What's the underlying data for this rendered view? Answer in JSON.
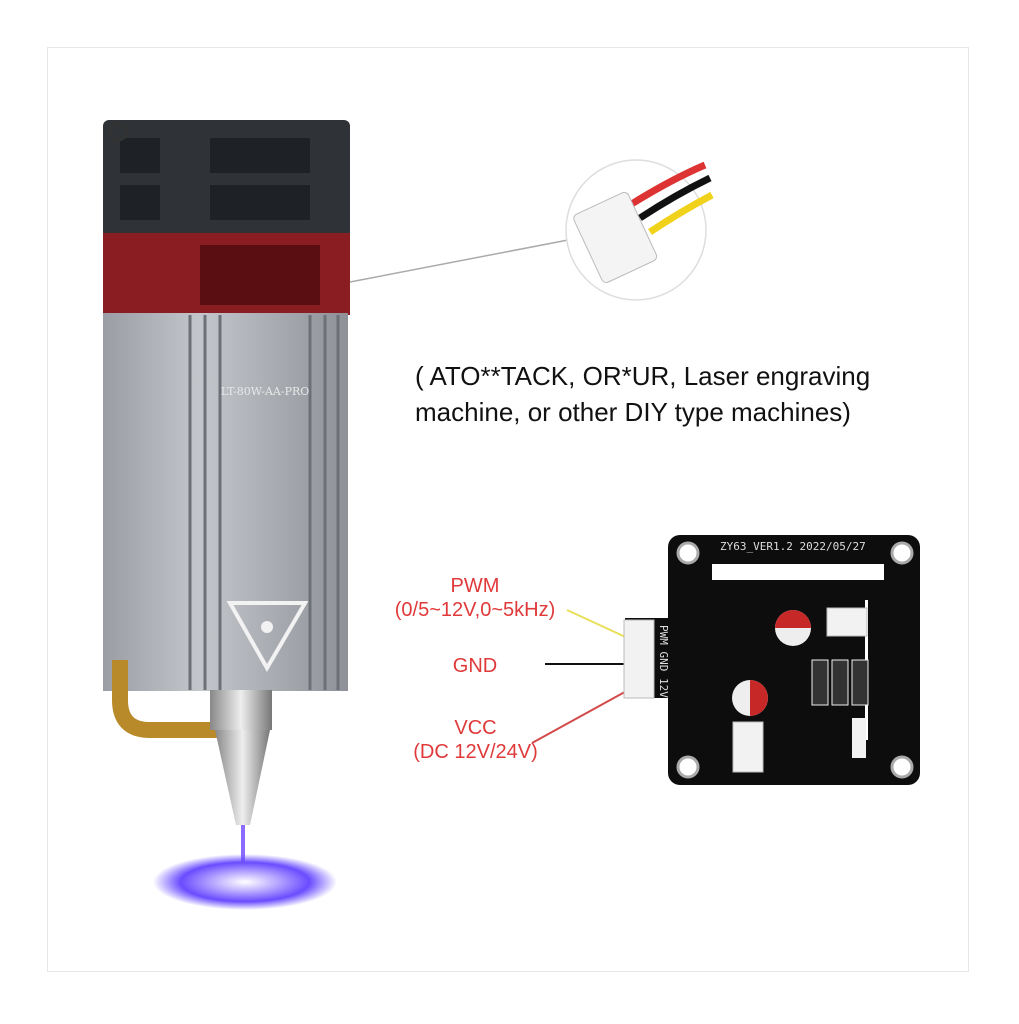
{
  "description": {
    "line1": "( ATO**TACK, OR*UR, Laser engraving",
    "line2": "machine, or other DIY type machines)"
  },
  "laser_module": {
    "model_label": "LT-80W-AA-PRO"
  },
  "pcb": {
    "silkscreen": "ZY63_VER1.2  2022/05/27",
    "connector_label": "PWM GND 12V"
  },
  "pins": [
    {
      "name": "PWM",
      "spec": "(0/5~12V,0~5kHz)",
      "wire_color": "#e8e05a"
    },
    {
      "name": "GND",
      "spec": "",
      "wire_color": "#111111"
    },
    {
      "name": "VCC",
      "spec": "(DC 12V/24V)",
      "wire_color": "#d24a4a"
    }
  ],
  "colors": {
    "label_red": "#e0393a",
    "laser_glow": "#6a4cff"
  }
}
